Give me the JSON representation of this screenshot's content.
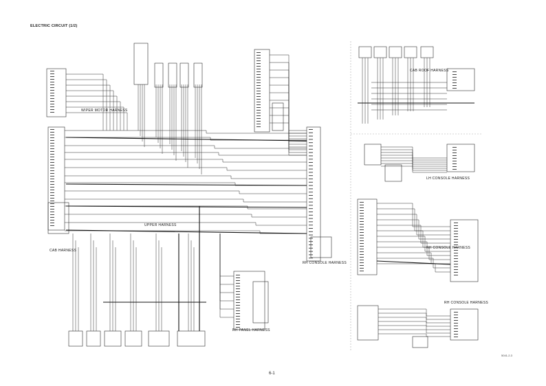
{
  "page": {
    "title": "ELECTRIC CIRCUIT (1/2)",
    "page_number": "6-1",
    "doc_code": "5041-2-3"
  },
  "harness_labels": {
    "wiper_motor": "WIPER MOTOR HARNESS",
    "cab": "CAB HARNESS",
    "rh_console_1": "RH CONSOLE HARNESS",
    "rh_console_2": "RH CONSOLE HARNESS",
    "rh_console_3": "RH CONSOLE HARNESS",
    "lh_console": "LH CONSOLE HARNESS",
    "cab_roof": "CAB ROOF HARNESS",
    "right_panel": "RH PANEL HARNESS",
    "upper": "UPPER HARNESS"
  },
  "colors": {
    "line": "#2a2a2a",
    "thick_line": "#111111",
    "box": "#333333"
  }
}
